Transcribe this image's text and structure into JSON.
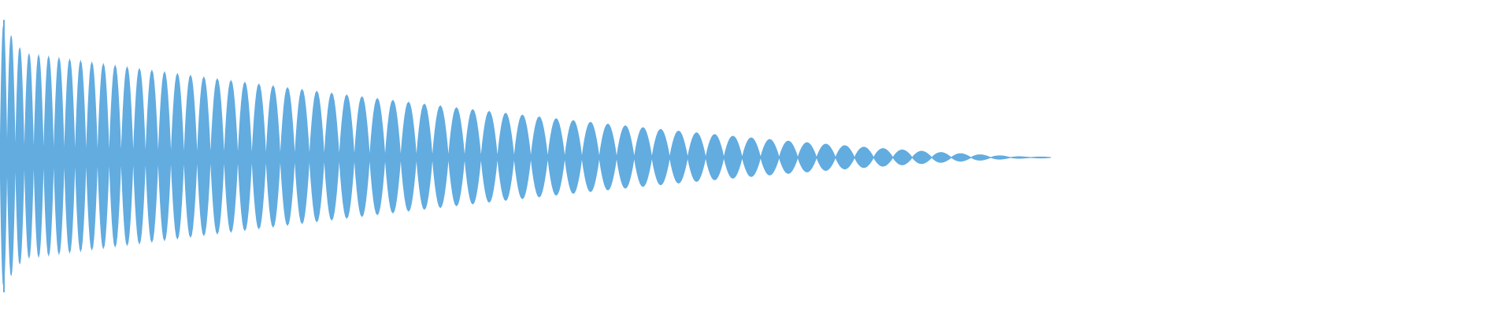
{
  "waveform": {
    "color": "#62ace0",
    "background": "#ffffff",
    "shape": "decaying-oscillation",
    "peak_amplitude": 0.92,
    "initial_envelope": 0.72,
    "decay_end_fraction": 0.695,
    "cycles_visible": 68
  }
}
